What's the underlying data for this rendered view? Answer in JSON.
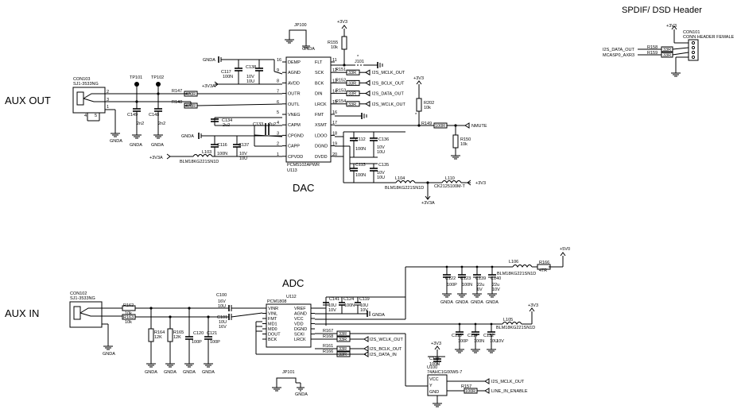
{
  "headers": {
    "spdif": "SPDIF/ DSD Header",
    "dac": "DAC",
    "adc": "ADC",
    "aux_out": "AUX OUT",
    "aux_in": "AUX IN"
  },
  "spdif_block": {
    "rail": "+3V3",
    "con_ref": "CON101",
    "con_desc": "CONN HEADER FEMALE",
    "net1": "I2S_DATA_OUT",
    "net2": "MCASP0_AXR3",
    "r1": "R158",
    "r2": "R159",
    "r_val": "33R"
  },
  "aux_out_block": {
    "con_ref": "CON103",
    "con_part": "SJ1-3533NG",
    "tp1": "TP101",
    "tp2": "TP102",
    "pins": [
      "1",
      "2",
      "3",
      "4",
      "5"
    ],
    "c149": "C149",
    "c148": "C148",
    "c_val": "2n2",
    "gnda": "GNDA",
    "r147": "R147",
    "r148": "R148",
    "r_val": "470R"
  },
  "dac_block": {
    "chip_ref": "U113",
    "chip_part": "PCM5102APWR",
    "jp": "JP100",
    "gnda": "GNDA",
    "rail_3v3": "+3V3",
    "rail_3v3a": "+3V3A",
    "r155": "R155",
    "r155_val": "10k",
    "j101": "J101",
    "c117": "C117",
    "c117_val": "100N",
    "c138": "C138",
    "c138_a": "10V",
    "c138_b": "10U",
    "c134": "C134",
    "c134_val": "2u2",
    "c133": "C133",
    "c133_val": "2u2",
    "c116": "C116",
    "c116_val": "100N",
    "c137": "C137",
    "c137_a": "10V",
    "c137_b": "10U",
    "l103": "L103",
    "ferrite": "BLM18KG221SN1D",
    "left_pins": [
      {
        "num": "16",
        "name": "DEMP"
      },
      {
        "num": "9",
        "name": "AGND"
      },
      {
        "num": "8",
        "name": "AVDD"
      },
      {
        "num": "7",
        "name": "OUTR"
      },
      {
        "num": "6",
        "name": "OUTL"
      },
      {
        "num": "5",
        "name": "VNEG"
      },
      {
        "num": "4",
        "name": "CAPM"
      },
      {
        "num": "3",
        "name": "CPGND"
      },
      {
        "num": "2",
        "name": "CAPP"
      },
      {
        "num": "1",
        "name": "CPVDD"
      }
    ],
    "right_pins": [
      {
        "num": "11",
        "name": "FLT"
      },
      {
        "num": "12",
        "name": "SCK"
      },
      {
        "num": "13",
        "name": "BCK"
      },
      {
        "num": "14",
        "name": "DIN"
      },
      {
        "num": "15",
        "name": "LRCK"
      },
      {
        "num": "16",
        "name": "FMT"
      },
      {
        "num": "17",
        "name": "XSMT"
      },
      {
        "num": "18",
        "name": "LDOO"
      },
      {
        "num": "19",
        "name": "DGND"
      },
      {
        "num": "20",
        "name": "DVDD"
      }
    ],
    "series_r": [
      {
        "ref": "R151",
        "val": "33R",
        "net": "I2S_MCLK_OUT"
      },
      {
        "ref": "R152",
        "val": "33R",
        "net": "I2S_BCLK_OUT"
      },
      {
        "ref": "R153",
        "val": "33R",
        "net": "I2S_DATA_OUT"
      },
      {
        "ref": "R154",
        "val": "33R",
        "net": "I2S_WCLK_OUT"
      }
    ],
    "r202": "R202",
    "r202_val": "10k",
    "r149": "R149",
    "r149_val": "100R",
    "nmute": "NMUTE",
    "r150": "R150",
    "r150_val": "10k",
    "c112": "C112",
    "c112_val": "100N",
    "c136": "C136",
    "c136_a": "10V",
    "c136_b": "10U",
    "c113": "C113",
    "c113_val": "100N",
    "c135": "C135",
    "c135_a": "10V",
    "c135_b": "10U",
    "l104": "L104",
    "l110": "L110",
    "l110_part": "CK2125100M-T",
    "star": "*"
  },
  "aux_in_block": {
    "con_ref": "CON102",
    "con_part": "SJ1-3533NG",
    "r162": "R162",
    "r163": "R163",
    "r_in_val": "10k",
    "r164": "R164",
    "r165": "R165",
    "r_shunt_val": "12K",
    "c120": "C120",
    "c121": "C121",
    "c_small": "100P",
    "c100": "C100",
    "c101": "C101",
    "c_cpl_a": "16V",
    "c_cpl_b": "10U",
    "gnda": "GNDA"
  },
  "adc_block": {
    "chip_ref": "U112",
    "chip_part": "PCM1808",
    "left_pins": [
      "VINR",
      "VINL",
      "FMT",
      "MD1",
      "MD0",
      "DOUT",
      "BCK"
    ],
    "right_pins": [
      "VREF",
      "AGND",
      "VCC",
      "VDD",
      "DGND",
      "SCKI",
      "LRCK"
    ],
    "c141": "C141",
    "c124": "C124",
    "c119": "C119",
    "c141_a": "10U",
    "c141_b": "10V",
    "c124_val": "100N",
    "c119_a": "10U",
    "c119_b": "10V",
    "r167": "R167",
    "r168": "R168",
    "r161": "R161",
    "r166": "R166",
    "r_val": "33R",
    "nets": [
      "I2S_WCLK_OUT",
      "I2S_BCLK_OUT",
      "I2S_DATA_IN"
    ],
    "jp": "JP101",
    "gnda": "GNDA",
    "rail_5v0": "+5V0",
    "rail_3v3": "+3V3",
    "l106": "L106",
    "l105": "L105",
    "ferrite": "BLM18KG221SN1D",
    "r166b": "R166",
    "r166b_val": "47R",
    "caps_5v": [
      {
        "ref": "C122",
        "a": "100P",
        "b": ""
      },
      {
        "ref": "C123",
        "a": "100N",
        "b": ""
      },
      {
        "ref": "C139",
        "a": "22u",
        "b": "6V"
      },
      {
        "ref": "C140",
        "a": "22u",
        "b": "10V"
      }
    ],
    "caps_3v3": [
      {
        "ref": "C115",
        "a": "100P",
        "b": ""
      },
      {
        "ref": "C114",
        "a": "100N",
        "b": ""
      },
      {
        "ref": "C132",
        "a": "10U",
        "b": "10V"
      }
    ],
    "u100": "U100",
    "u100_part": "74AHC1G00W5-7",
    "c118": "C118",
    "c118_val": "100N",
    "u_pins": [
      "VCC",
      "Y",
      "GND"
    ],
    "mclk": "I2S_MCLK_OUT",
    "r157": "R157",
    "r157_val": "100R",
    "line_en": "LINE_IN_ENABLE"
  }
}
